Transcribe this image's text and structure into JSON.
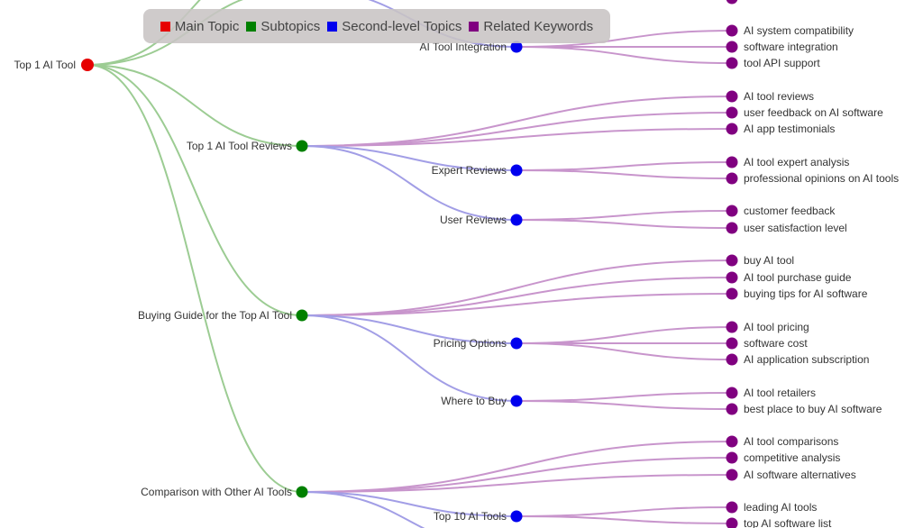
{
  "legend": {
    "items": [
      {
        "label": "Main Topic",
        "color": "#e60000"
      },
      {
        "label": "Subtopics",
        "color": "#008000"
      },
      {
        "label": "Second-level Topics",
        "color": "#0000ee"
      },
      {
        "label": "Related Keywords",
        "color": "#800080"
      }
    ]
  },
  "tree": {
    "root": {
      "label": "Top 1 AI Tool"
    },
    "subtopics": [
      {
        "label": "",
        "children": [
          {
            "label": "AI Tool Integration",
            "keywords": [
              "AI system compatibility",
              "software integration",
              "tool API support"
            ]
          }
        ]
      },
      {
        "label": "Top 1 AI Tool Reviews",
        "keywords": [
          "AI tool reviews",
          "user feedback on AI software",
          "AI app testimonials"
        ],
        "children": [
          {
            "label": "Expert Reviews",
            "keywords": [
              "AI tool expert analysis",
              "professional opinions on AI tools"
            ]
          },
          {
            "label": "User Reviews",
            "keywords": [
              "customer feedback",
              "user satisfaction level"
            ]
          }
        ]
      },
      {
        "label": "Buying Guide for the Top AI Tool",
        "keywords": [
          "buy AI tool",
          "AI tool purchase guide",
          "buying tips for AI software"
        ],
        "children": [
          {
            "label": "Pricing Options",
            "keywords": [
              "AI tool pricing",
              "software cost",
              "AI application subscription"
            ]
          },
          {
            "label": "Where to Buy",
            "keywords": [
              "AI tool retailers",
              "best place to buy AI software"
            ]
          }
        ]
      },
      {
        "label": "Comparison with Other AI Tools",
        "keywords": [
          "AI tool comparisons",
          "competitive analysis",
          "AI software alternatives"
        ],
        "children": [
          {
            "label": "Top 10 AI Tools",
            "keywords": [
              "leading AI tools",
              "top AI software list"
            ]
          }
        ]
      }
    ]
  },
  "colors": {
    "root_node": "#e60000",
    "subtopic_node": "#008000",
    "second_level_node": "#0000ee",
    "keyword_node": "#800080",
    "subtopic_link": "#9ccc93",
    "second_level_link": "#a29ee6",
    "keyword_link": "#c895cc"
  }
}
